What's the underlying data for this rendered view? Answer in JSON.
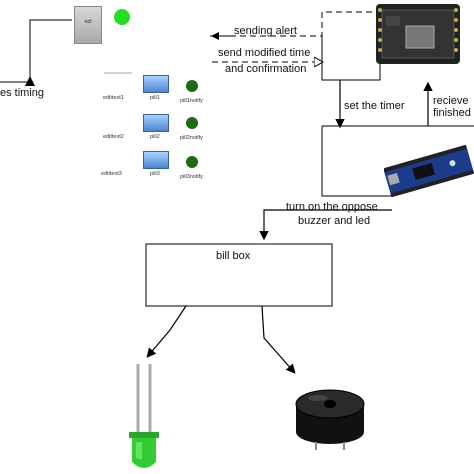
{
  "app_panel": {
    "toggle_button_label": "ncl",
    "rows": [
      {
        "edittext": "edittext1",
        "pill": "pill1",
        "notify": "pill1notify"
      },
      {
        "edittext": "edittext2",
        "pill": "pill2",
        "notify": "pill2notify"
      },
      {
        "edittext": "edittext3",
        "pill": "pill3",
        "notify": "pill3notify"
      }
    ]
  },
  "arrows": {
    "sends_timing": "es timing",
    "sending_alert": "sending alert",
    "send_modified_line1": "send modified time",
    "send_modified_line2": "and confirmation",
    "set_the_timer": "set the timer",
    "recieve_line1": "recieve",
    "recieve_line2": "finished",
    "turn_on_line1": "turn on the oppose",
    "turn_on_line2": "buzzer and led"
  },
  "bill_box": {
    "label": "bill box"
  },
  "colors": {
    "status_led": "#22dd22",
    "pill_button": "#6fa8e8",
    "notify_dot": "#1f6b14",
    "led_body": "#33cc33",
    "board_blue": "#1a3c8a",
    "wifi_board": "#222222"
  }
}
